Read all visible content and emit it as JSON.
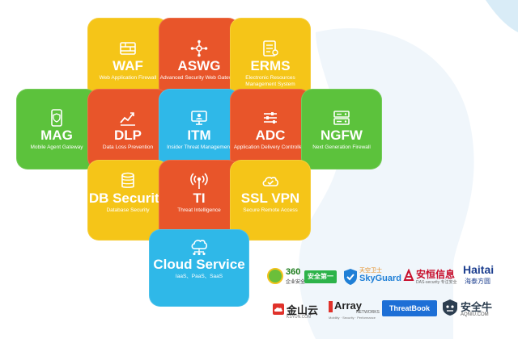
{
  "pieces": {
    "waf": {
      "abbr": "WAF",
      "desc": "Web Application Firewall",
      "color": "#f5c518"
    },
    "aswg": {
      "abbr": "ASWG",
      "desc": "Advanced Security Web Gateway",
      "color": "#e8552a"
    },
    "erms": {
      "abbr": "ERMS",
      "desc": "Electronic Resources Management System",
      "color": "#f5c518"
    },
    "mag": {
      "abbr": "MAG",
      "desc": "Mobile Agent Gateway",
      "color": "#5cc23c"
    },
    "dlp": {
      "abbr": "DLP",
      "desc": "Data Loss Prevention",
      "color": "#e8552a"
    },
    "itm": {
      "abbr": "ITM",
      "desc": "Insider Threat Management",
      "color": "#2fb8e8"
    },
    "adc": {
      "abbr": "ADC",
      "desc": "Application Delivery Controllers",
      "color": "#e8552a"
    },
    "ngfw": {
      "abbr": "NGFW",
      "desc": "Next Generation Firewall",
      "color": "#5cc23c"
    },
    "dbsec": {
      "abbr": "DB Security",
      "desc": "Database Security",
      "color": "#f5c518"
    },
    "ti": {
      "abbr": "TI",
      "desc": "Threat Intelligence",
      "color": "#e8552a"
    },
    "sslvpn": {
      "abbr": "SSL VPN",
      "desc": "Secure Remote Access",
      "color": "#f5c518"
    },
    "cloud": {
      "abbr": "Cloud Service",
      "desc": "IaaS、PaaS、SaaS",
      "color": "#2fb8e8"
    }
  },
  "logos": {
    "l360": {
      "num": "360",
      "sub": "企业安全",
      "tag": "安全第一"
    },
    "skyguard": {
      "cn": "天空卫士",
      "name": "SkyGuard"
    },
    "dbsec": {
      "name": "安恒信息",
      "sub": "DAS-security 专注安全"
    },
    "haitai": {
      "name": "Haitai",
      "sub": "海泰方圆"
    },
    "kingsoft": {
      "name": "金山云",
      "sub": "KSYUN.COM"
    },
    "array": {
      "name": "Array",
      "sub": "NETWORKS",
      "tag": "Mobility · Security · Performance"
    },
    "threatbook": {
      "name": "ThreatBook"
    },
    "anquanniu": {
      "name": "安全牛",
      "sub": "AQNIU.COM"
    }
  }
}
